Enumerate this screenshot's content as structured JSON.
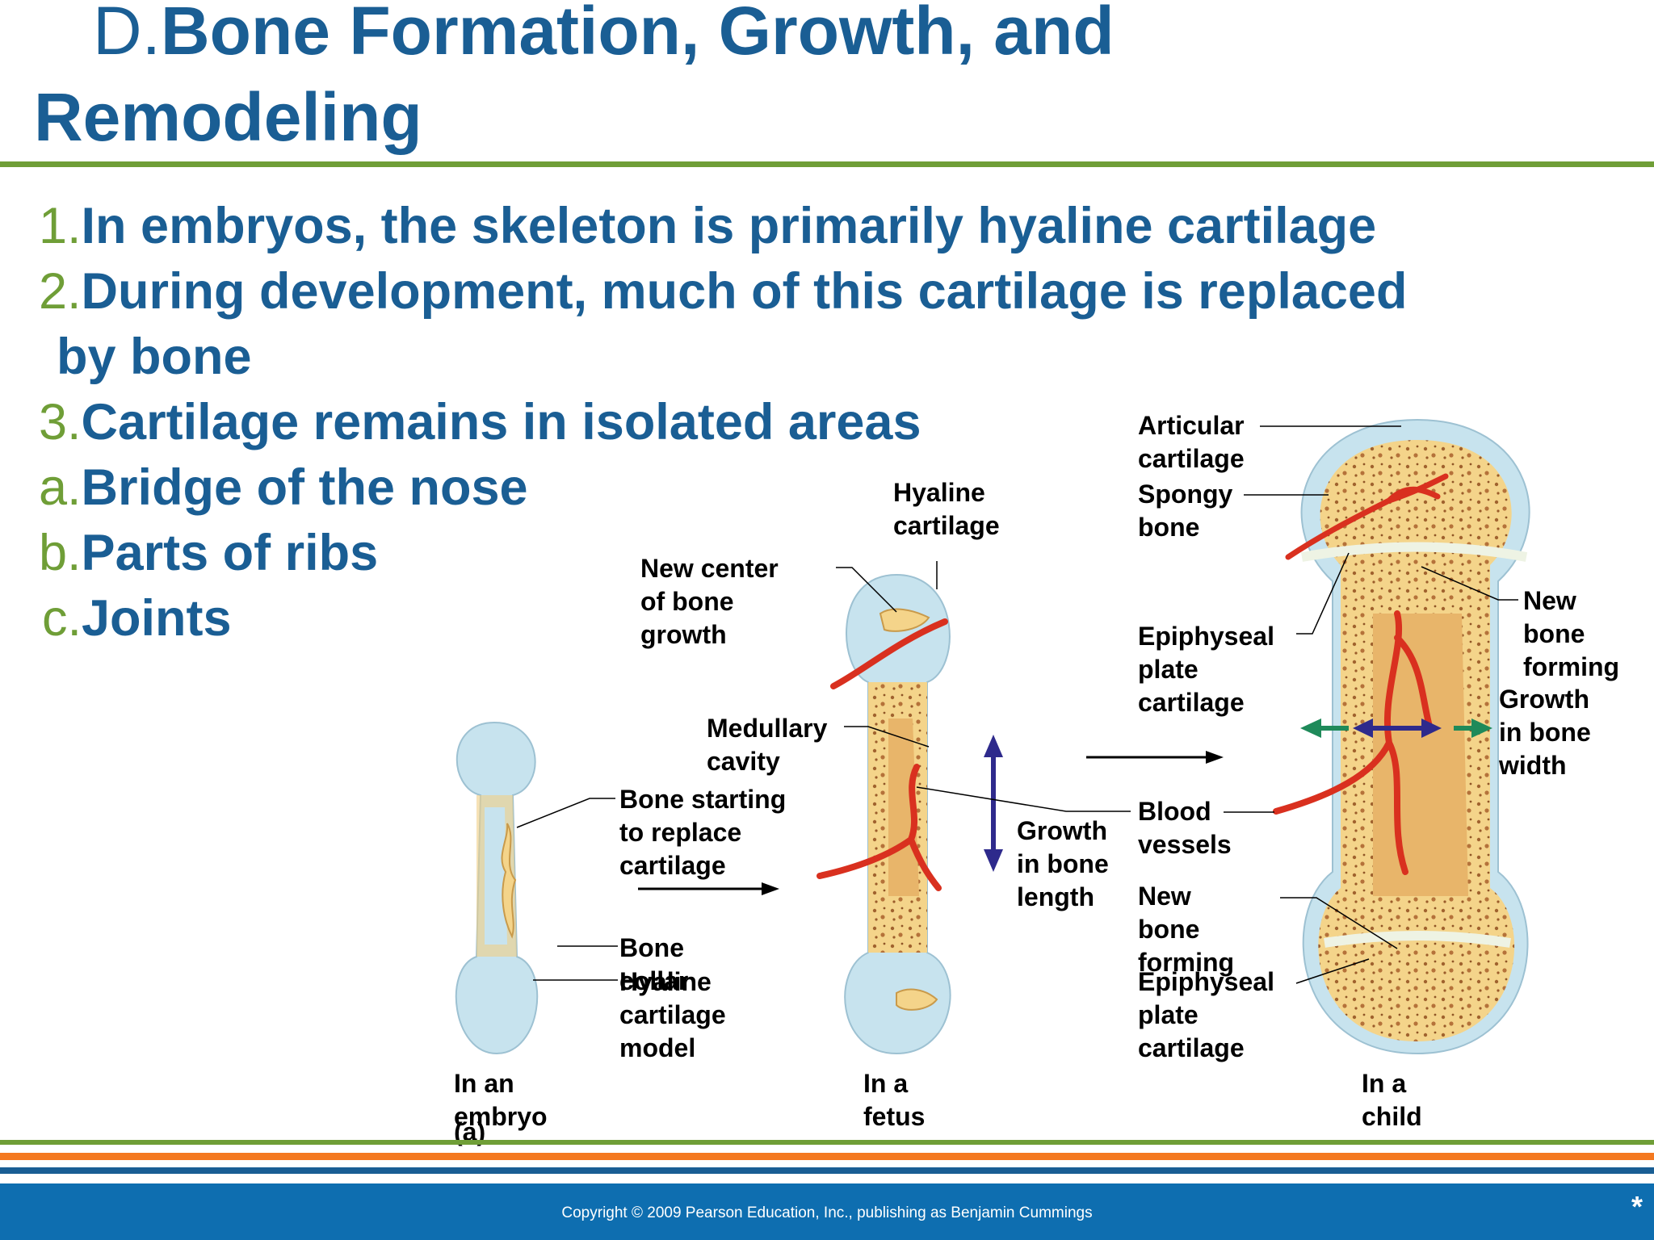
{
  "title": {
    "prefix": "D.",
    "line1": "Bone Formation, Growth, and",
    "line2": "Remodeling"
  },
  "bullets": [
    {
      "num": "1.",
      "text": "In embryos, the skeleton is primarily hyaline cartilage"
    },
    {
      "num": "2.",
      "text": "During development, much of this cartilage is replaced"
    },
    {
      "num": "",
      "text": "by bone"
    },
    {
      "num": "3.",
      "text": "Cartilage remains in isolated areas"
    },
    {
      "num": "a.",
      "text": "Bridge of the nose"
    },
    {
      "num": "b.",
      "text": "Parts of ribs"
    },
    {
      "num": "c.",
      "text": "Joints"
    }
  ],
  "figure": {
    "labels": {
      "new_center": "New center of bone growth",
      "hyaline_fetus": "Hyaline cartilage",
      "articular": "Articular cartilage",
      "spongy": "Spongy bone",
      "medullary": "Medullary cavity",
      "epiphyseal_top": "Epiphyseal plate cartilage",
      "new_bone_right": "New bone forming",
      "growth_width": "Growth in bone width",
      "bone_starting": "Bone starting to replace cartilage",
      "blood_vessels": "Blood vessels",
      "growth_length": "Growth in bone length",
      "new_bone_mid": "New bone forming",
      "bone_collar": "Bone collar",
      "hyaline_model": "Hyaline cartilage model",
      "epiphyseal_bottom": "Epiphyseal plate cartilage",
      "in_embryo": "In an embryo",
      "panel_a": "(a)",
      "in_fetus": "In a fetus",
      "in_child": "In a child"
    }
  },
  "footer": {
    "copyright": "Copyright © 2009 Pearson Education, Inc., publishing as Benjamin Cummings",
    "star": "*"
  },
  "colors": {
    "title": "#1a5e94",
    "accent_green": "#6f9e37",
    "orange": "#f47920",
    "footer_blue": "#0e6eb0"
  }
}
